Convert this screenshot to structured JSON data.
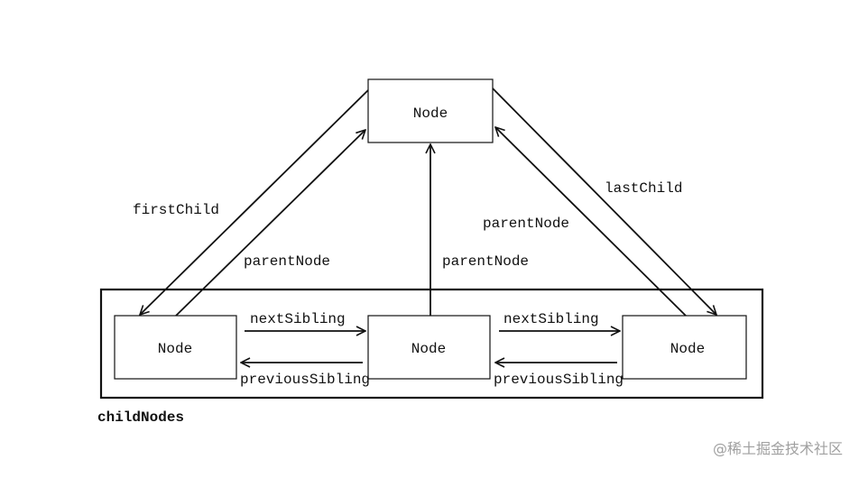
{
  "nodes": {
    "parent": "Node",
    "child_first": "Node",
    "child_middle": "Node",
    "child_last": "Node"
  },
  "labels": {
    "first_child": "firstChild",
    "last_child": "lastChild",
    "parent_node_left": "parentNode",
    "parent_node_middle": "parentNode",
    "parent_node_right": "parentNode",
    "next_sibling_1": "nextSibling",
    "previous_sibling_1": "previousSibling",
    "next_sibling_2": "nextSibling",
    "previous_sibling_2": "previousSibling",
    "child_nodes": "childNodes"
  },
  "watermark": "@稀土掘金技术社区",
  "colors": {
    "stroke": "#111111",
    "watermark": "#a0a0a0"
  }
}
